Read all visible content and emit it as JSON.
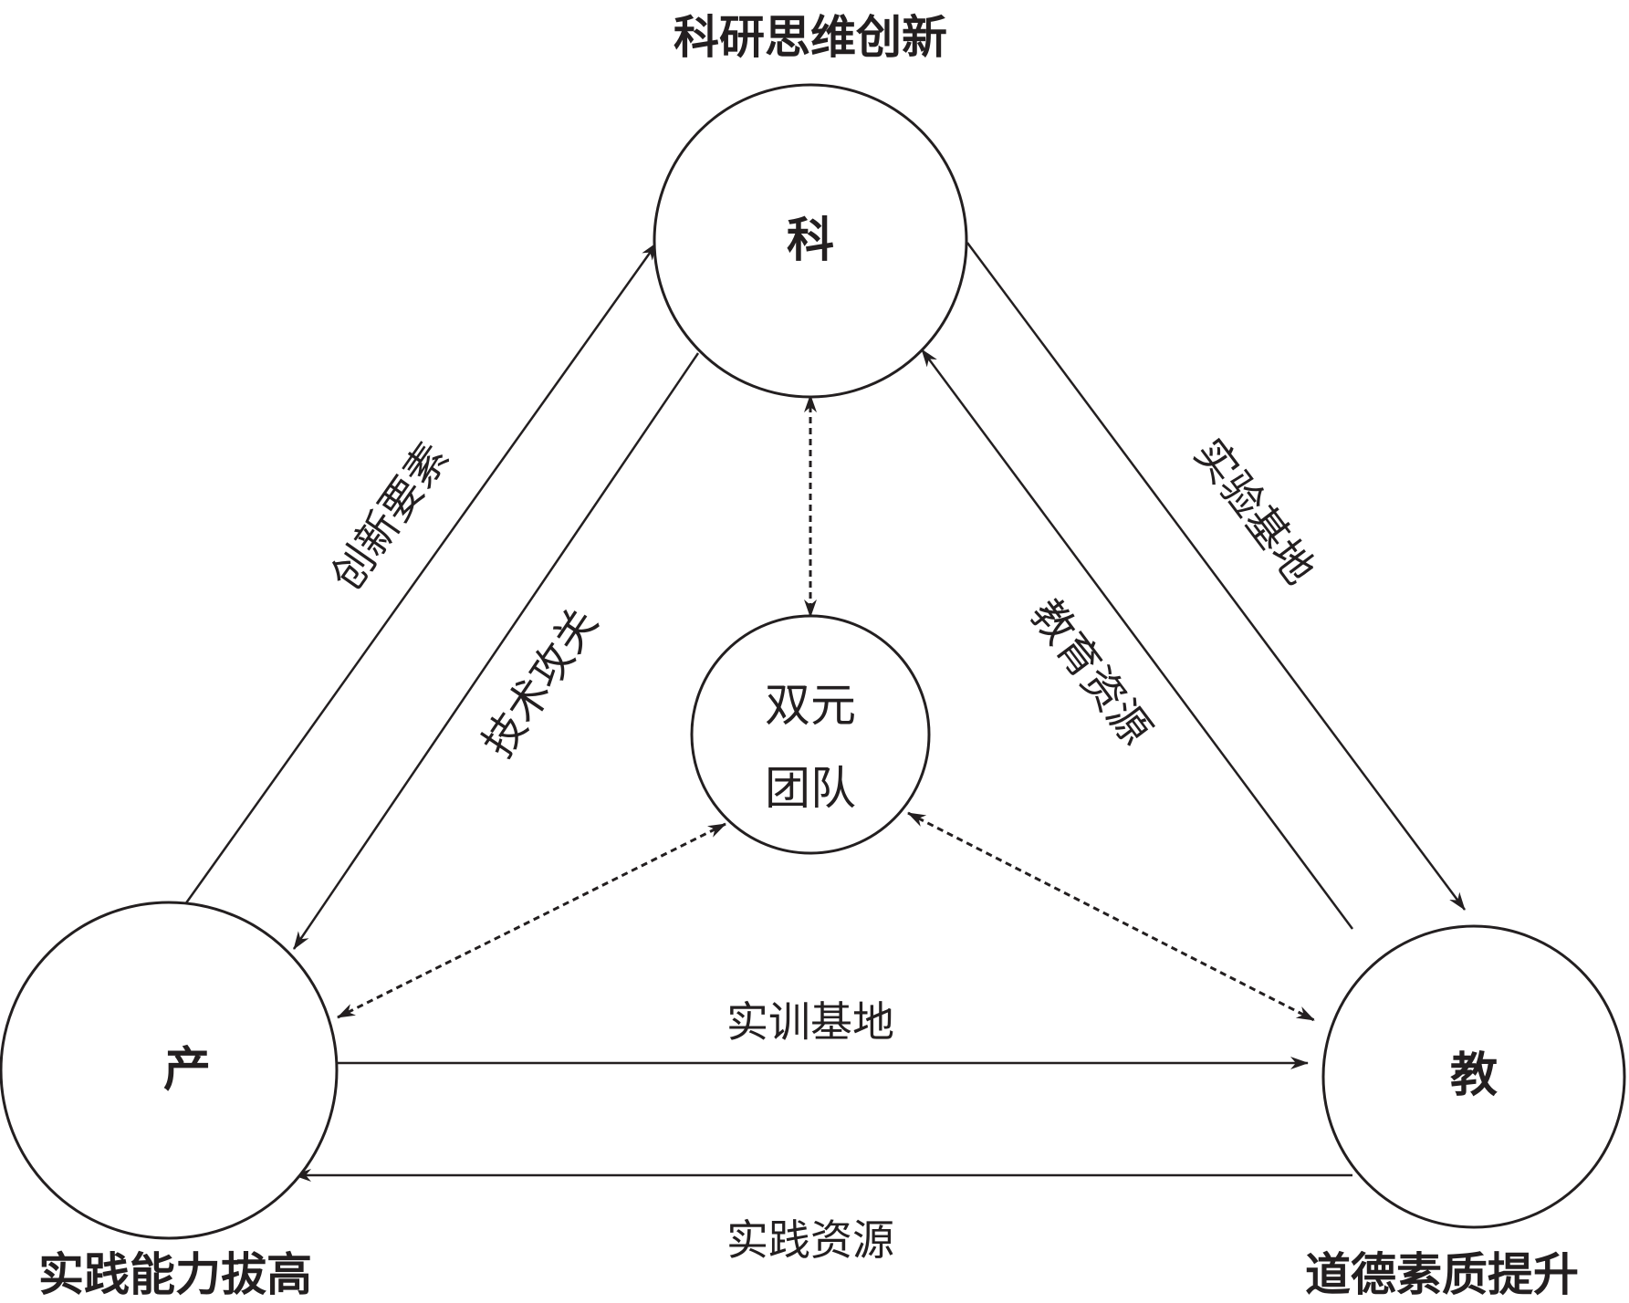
{
  "nodes": {
    "research": {
      "label": "科",
      "outcome": "科研思维创新"
    },
    "industry": {
      "label": "产",
      "outcome": "实践能力拔高"
    },
    "education": {
      "label": "教",
      "outcome": "道德素质提升"
    },
    "team": {
      "label_line1": "双元",
      "label_line2": "团队"
    }
  },
  "edges": {
    "industry_to_research": "创新要素",
    "research_to_industry": "技术攻关",
    "research_to_education": "实验基地",
    "education_to_research": "教育资源",
    "industry_to_education": "实训基地",
    "education_to_industry": "实践资源"
  },
  "colors": {
    "ink": "#231f20",
    "background": "#ffffff"
  }
}
